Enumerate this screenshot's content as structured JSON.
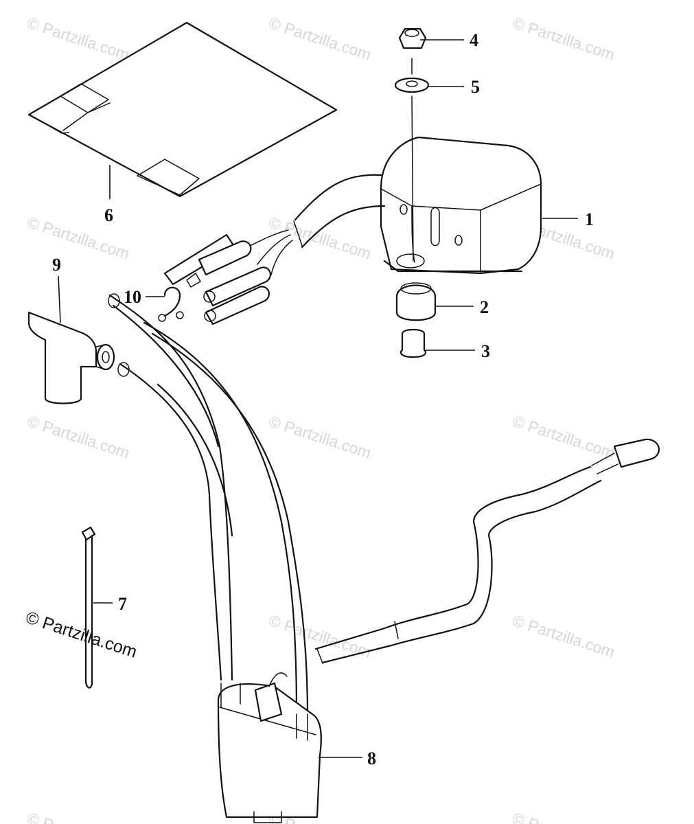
{
  "watermark": {
    "text": "© Partzilla.com",
    "main_text": "© Partzilla.com"
  },
  "callouts": [
    {
      "id": "1",
      "label": "1"
    },
    {
      "id": "2",
      "label": "2"
    },
    {
      "id": "3",
      "label": "3"
    },
    {
      "id": "4",
      "label": "4"
    },
    {
      "id": "5",
      "label": "5"
    },
    {
      "id": "6",
      "label": "6"
    },
    {
      "id": "7",
      "label": "7"
    },
    {
      "id": "8",
      "label": "8"
    },
    {
      "id": "9",
      "label": "9"
    },
    {
      "id": "10",
      "label": "10"
    }
  ],
  "colors": {
    "ink": "#111111",
    "watermark": "#d6d6d6",
    "background": "#ffffff"
  }
}
